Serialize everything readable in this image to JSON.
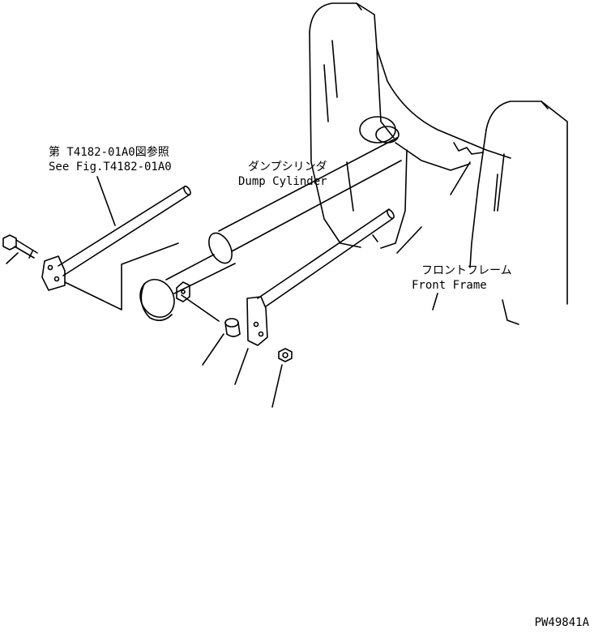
{
  "labels": {
    "reference_jp": "第 T4182-01A0図参照",
    "reference_en": "See Fig.T4182-01A0",
    "dump_cylinder_jp": "ダンプシリンダ",
    "dump_cylinder_en": "Dump Cylinder",
    "front_frame_jp": "フロントフレーム",
    "front_frame_en": "Front Frame",
    "drawing_code": "PW49841A"
  }
}
